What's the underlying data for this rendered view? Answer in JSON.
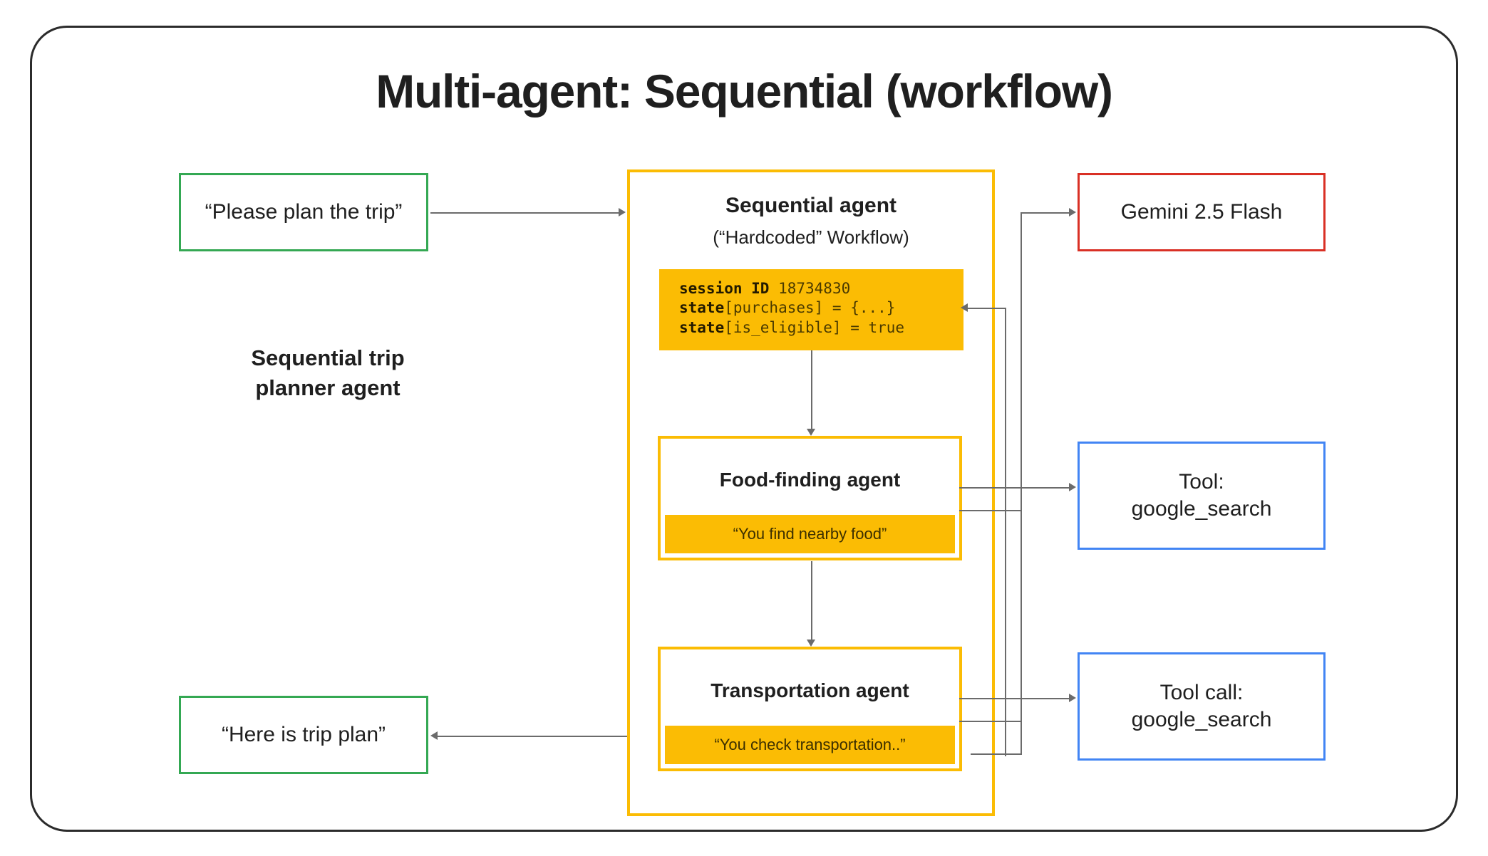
{
  "slide": {
    "title": "Multi-agent: Sequential (workflow)"
  },
  "left_column": {
    "input_message": "“Please plan the trip”",
    "caption_line1": "Sequential trip",
    "caption_line2": "planner agent",
    "output_message": "“Here is trip plan”"
  },
  "agent_container": {
    "title": "Sequential agent",
    "subtitle": "(“Hardcoded” Workflow)",
    "session_state": {
      "line1_key": "session ID",
      "line1_value": " 18734830",
      "line2_key": "state",
      "line2_value": "[purchases] = {...}",
      "line3_key": "state",
      "line3_value": "[is_eligible] = true"
    },
    "subagents": [
      {
        "title": "Food-finding agent",
        "prompt": "“You find nearby food”"
      },
      {
        "title": "Transportation agent",
        "prompt": "“You check transportation..”"
      }
    ]
  },
  "right_column": {
    "model_box": "Gemini 2.5 Flash",
    "tool_box_line1": "Tool:",
    "tool_box_line2": "google_search",
    "tool_call_box_line1": "Tool call:",
    "tool_call_box_line2": "google_search"
  },
  "colors": {
    "frame": "#2b2b2b",
    "green": "#34a853",
    "red": "#d93025",
    "blue": "#4285f4",
    "yellow": "#fbbc04",
    "connector": "#6b6b6b"
  }
}
